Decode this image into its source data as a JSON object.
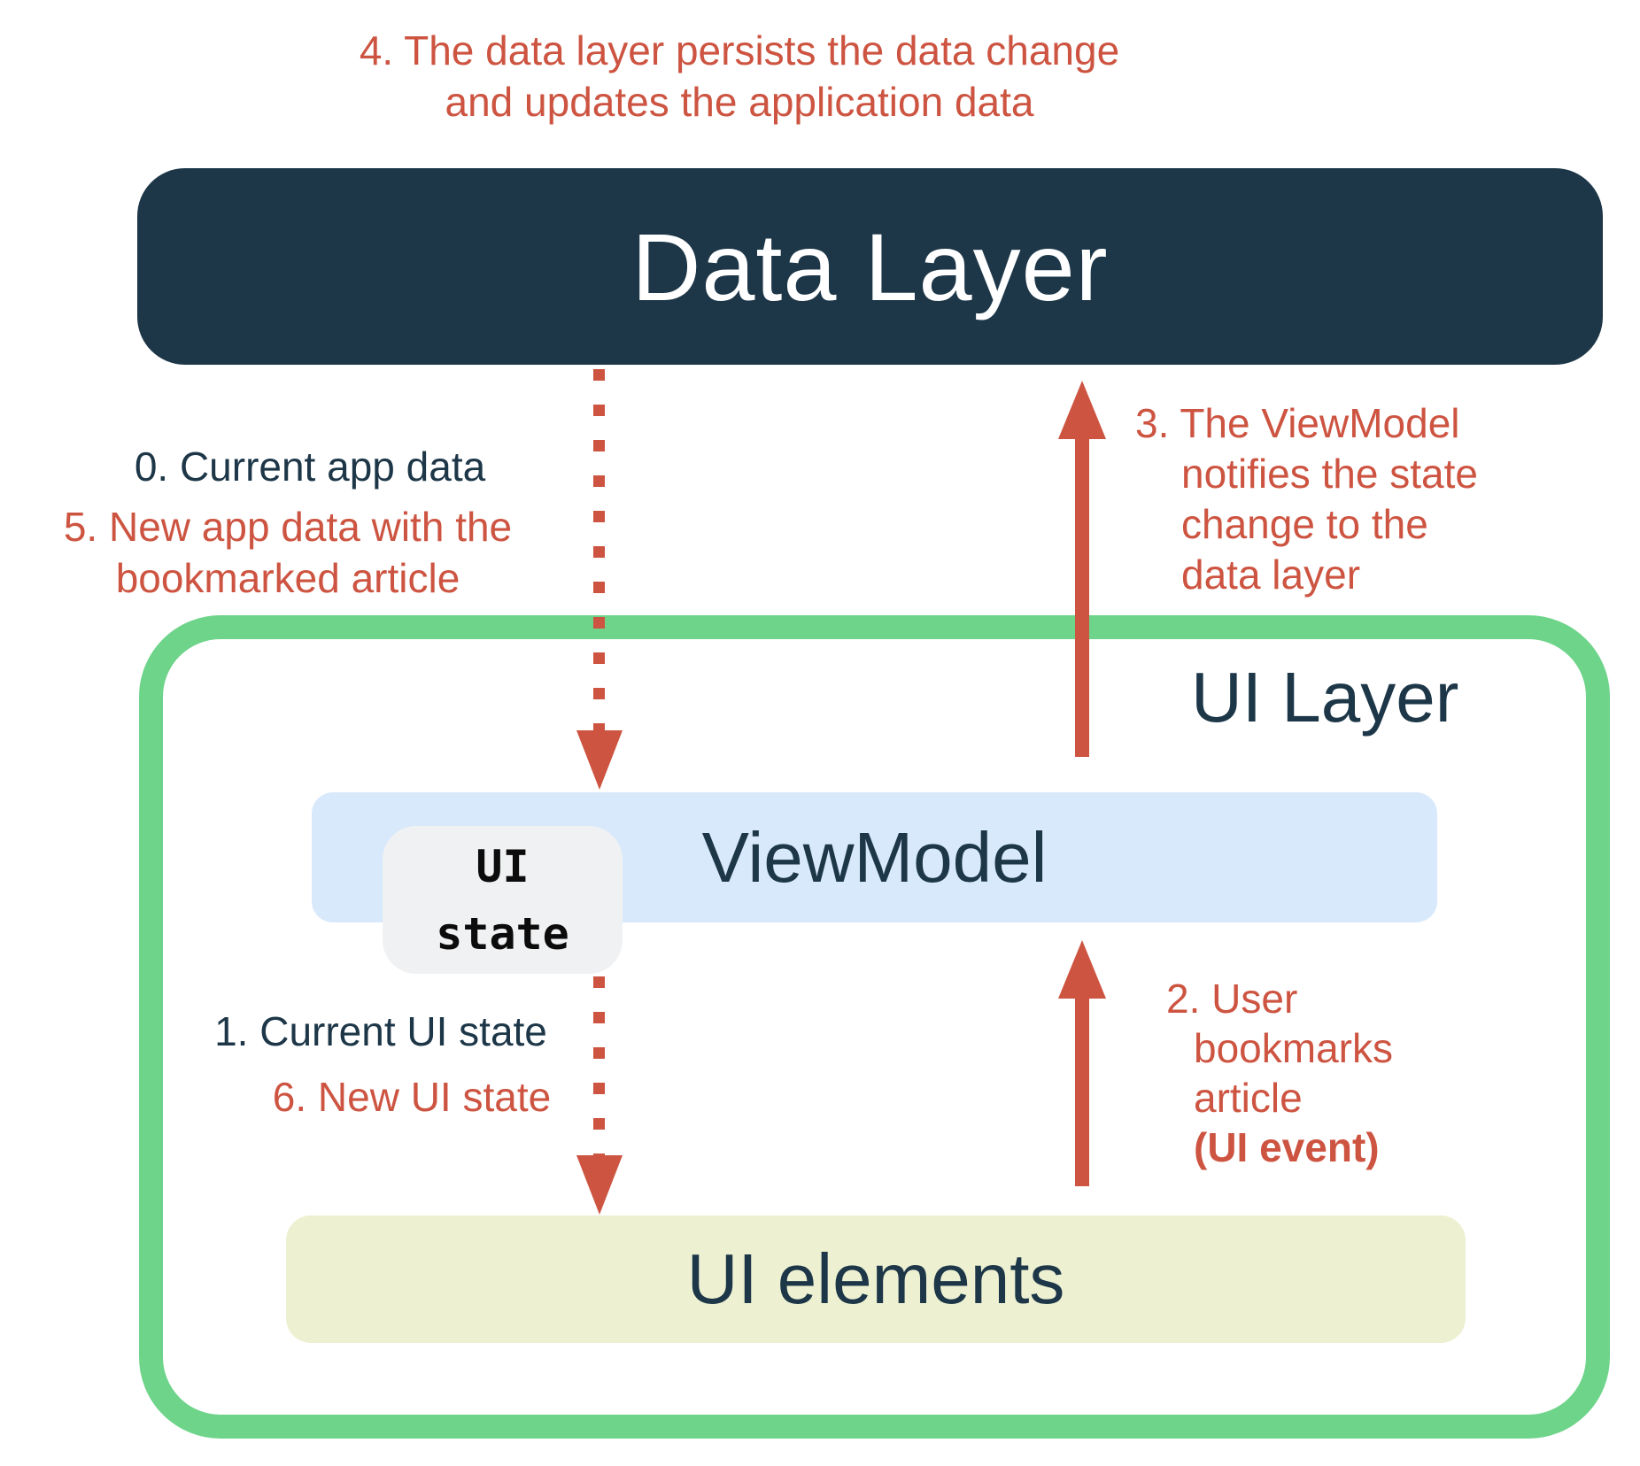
{
  "colors": {
    "navy": "#1d3748",
    "red": "#cd5441",
    "green_border": "#6ed48a",
    "viewmodel_blue": "#d8e9fc",
    "ui_elements_yellow": "#edf1d2",
    "chip_gray": "#f0f1f2"
  },
  "boxes": {
    "data_layer": {
      "label": "Data Layer"
    },
    "ui_layer": {
      "label": "UI Layer"
    },
    "viewmodel": {
      "label": "ViewModel"
    },
    "ui_state_chip": {
      "line1": "UI",
      "line2": "state"
    },
    "ui_elements": {
      "label": "UI elements"
    }
  },
  "annotations": {
    "step4": {
      "line1": "4. The data layer persists the data change",
      "line2": "and updates the application data"
    },
    "step0": {
      "text": "0. Current app data"
    },
    "step5": {
      "line1": "5. New app data with the",
      "line2": "bookmarked article"
    },
    "step3": {
      "lines": [
        "3. The ViewModel",
        "notifies the state",
        "change to the",
        "data layer"
      ]
    },
    "step1": {
      "text": "1. Current UI state"
    },
    "step6": {
      "text": "6. New UI state"
    },
    "step2": {
      "lines": [
        "2. User",
        "bookmarks",
        "article"
      ],
      "bold_line": "(UI event)"
    }
  }
}
